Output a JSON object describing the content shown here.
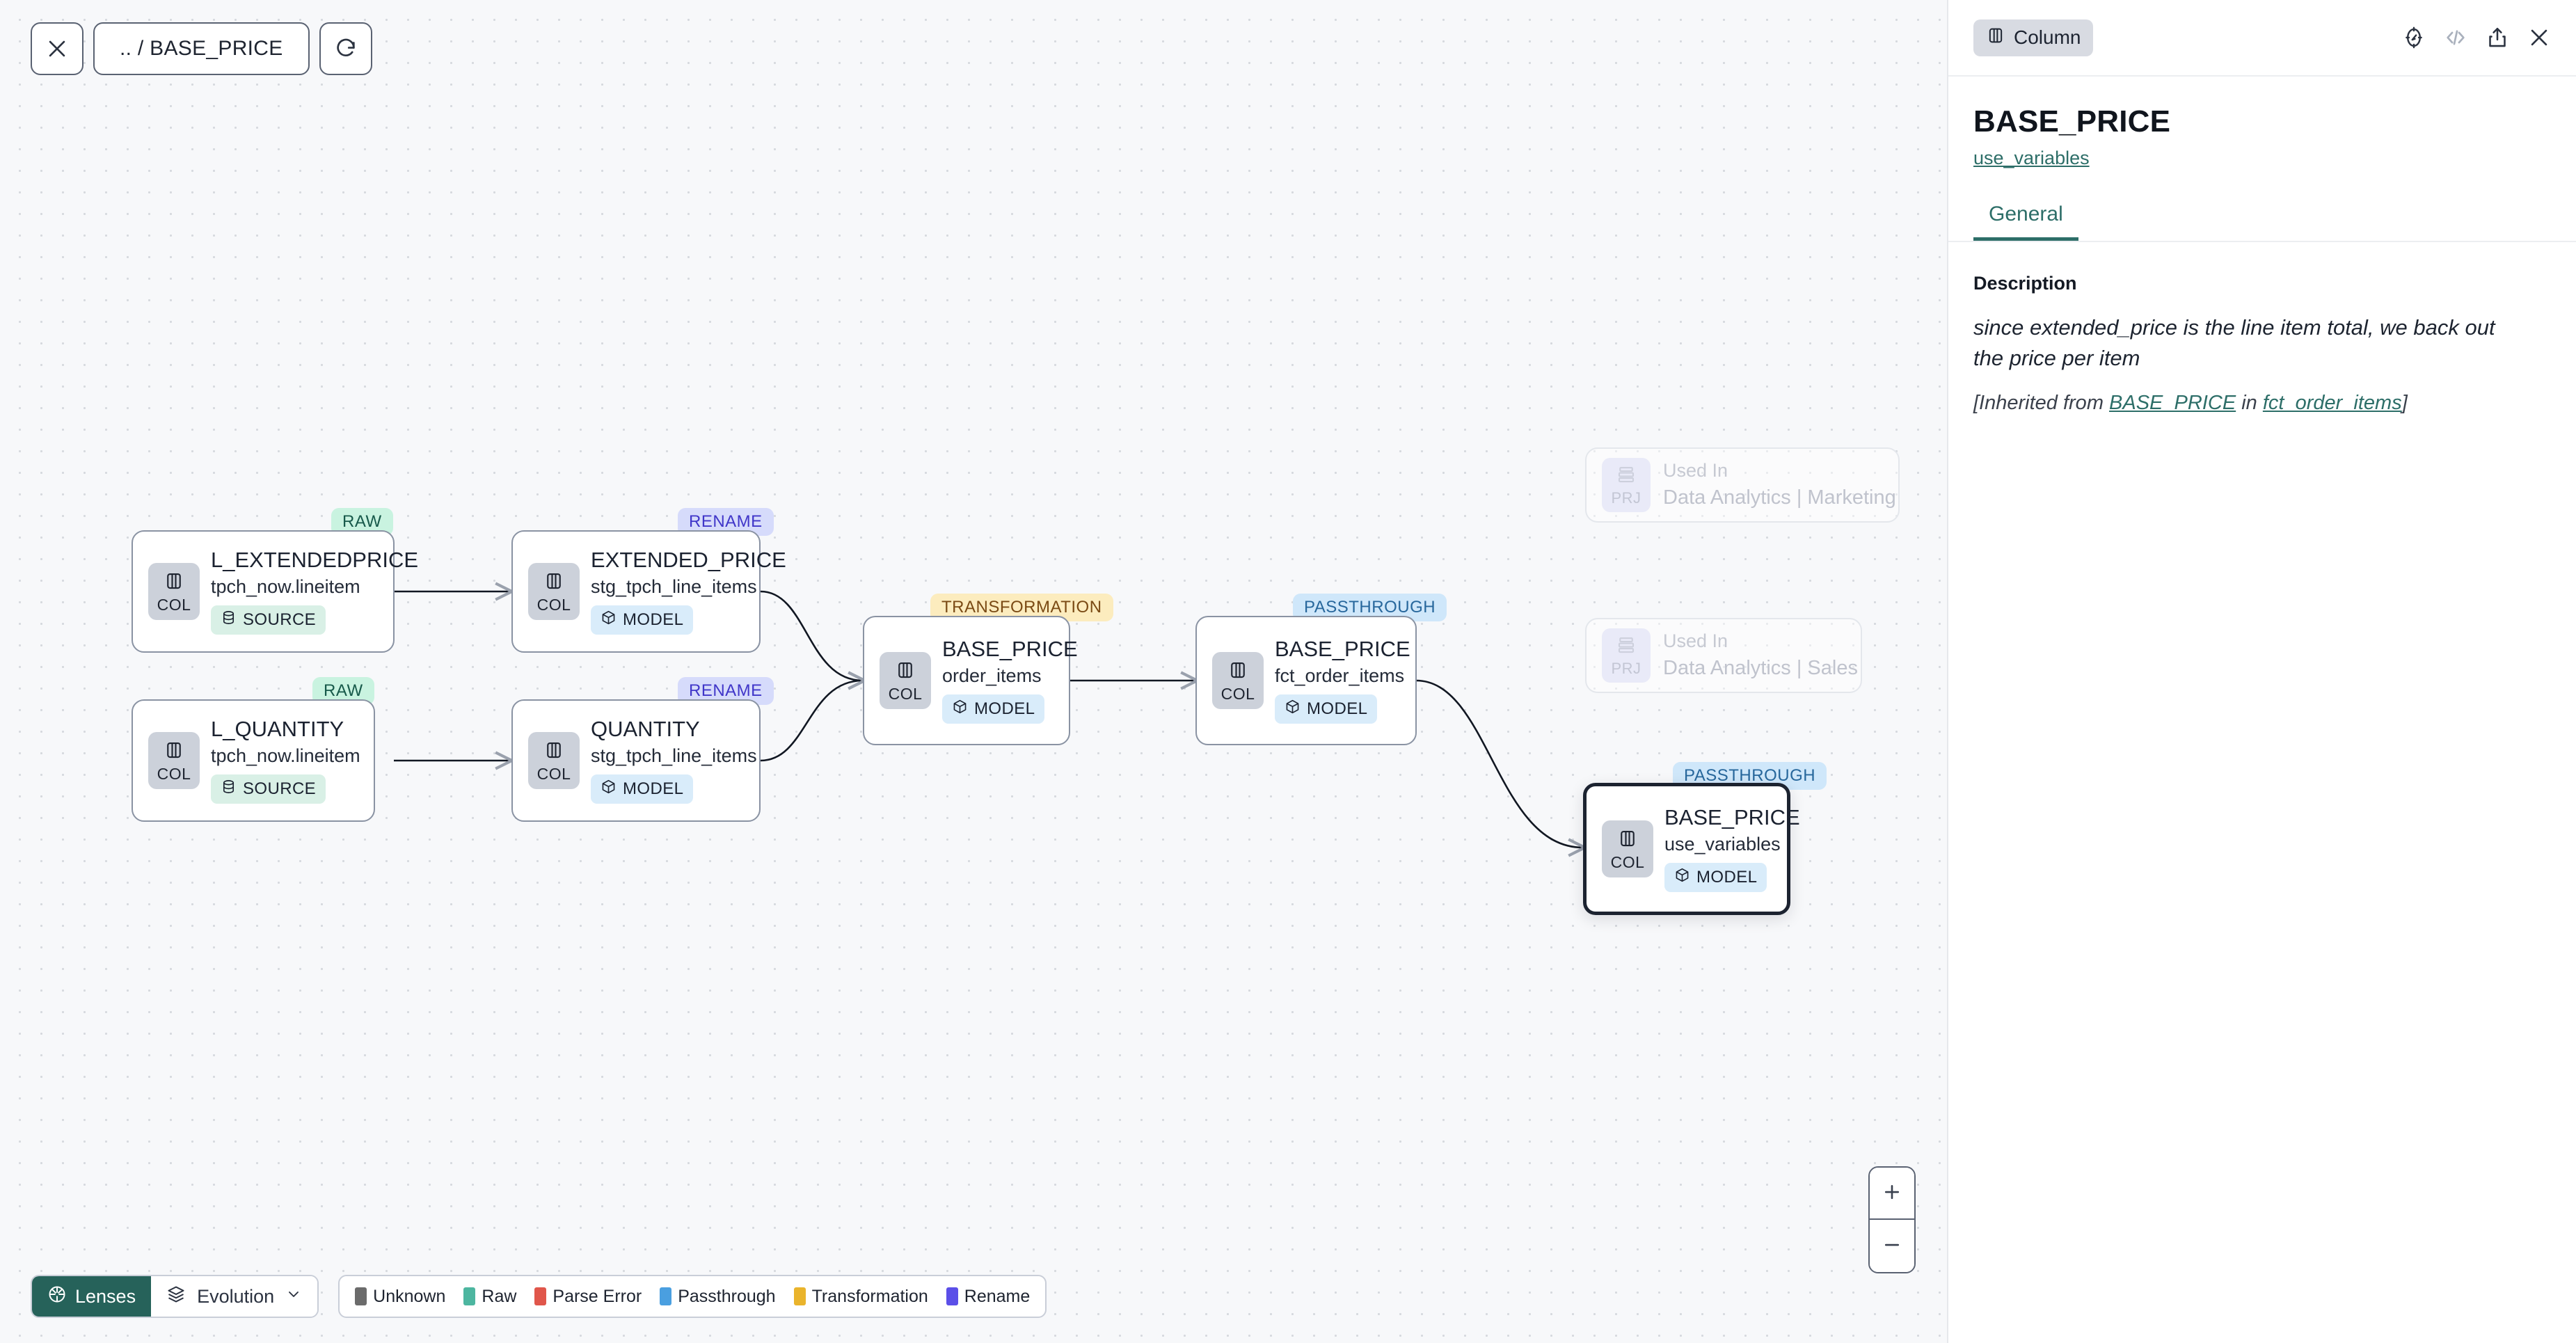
{
  "topbar": {
    "close_icon": "close-icon",
    "breadcrumb": ".. / BASE_PRICE",
    "refresh_icon": "refresh-icon"
  },
  "graph": {
    "nodes": [
      {
        "id": "l_extendedprice",
        "badge": "RAW",
        "badge_kind": "raw",
        "tag": "COL",
        "title": "L_EXTENDEDPRICE",
        "subtitle": "tpch_now.lineitem",
        "chip": "SOURCE",
        "chip_kind": "source",
        "selected": false
      },
      {
        "id": "l_quantity",
        "badge": "RAW",
        "badge_kind": "raw",
        "tag": "COL",
        "title": "L_QUANTITY",
        "subtitle": "tpch_now.lineitem",
        "chip": "SOURCE",
        "chip_kind": "source",
        "selected": false
      },
      {
        "id": "extended_price",
        "badge": "RENAME",
        "badge_kind": "rename",
        "tag": "COL",
        "title": "EXTENDED_PRICE",
        "subtitle": "stg_tpch_line_items",
        "chip": "MODEL",
        "chip_kind": "model",
        "selected": false
      },
      {
        "id": "quantity",
        "badge": "RENAME",
        "badge_kind": "rename",
        "tag": "COL",
        "title": "QUANTITY",
        "subtitle": "stg_tpch_line_items",
        "chip": "MODEL",
        "chip_kind": "model",
        "selected": false
      },
      {
        "id": "base_price_oi",
        "badge": "TRANSFORMATION",
        "badge_kind": "transformation",
        "tag": "COL",
        "title": "BASE_PRICE",
        "subtitle": "order_items",
        "chip": "MODEL",
        "chip_kind": "model",
        "selected": false
      },
      {
        "id": "base_price_fct",
        "badge": "PASSTHROUGH",
        "badge_kind": "passthrough",
        "tag": "COL",
        "title": "BASE_PRICE",
        "subtitle": "fct_order_items",
        "chip": "MODEL",
        "chip_kind": "model",
        "selected": false
      },
      {
        "id": "base_price_uv",
        "badge": "PASSTHROUGH",
        "badge_kind": "passthrough",
        "tag": "COL",
        "title": "BASE_PRICE",
        "subtitle": "use_variables",
        "chip": "MODEL",
        "chip_kind": "model",
        "selected": true
      }
    ],
    "ghosts": [
      {
        "id": "ghost_marketing",
        "tag": "PRJ",
        "top": "Used In",
        "main": "Data Analytics | Marketing"
      },
      {
        "id": "ghost_sales",
        "tag": "PRJ",
        "top": "Used In",
        "main": "Data Analytics | Sales"
      }
    ]
  },
  "bottombar": {
    "lenses_label": "Lenses",
    "lenses_icon": "aperture-icon",
    "evolution_label": "Evolution",
    "evolution_icon": "layers-icon",
    "chevron_icon": "chevron-down-icon",
    "legend": [
      {
        "label": "Unknown",
        "color": "#6b6b6b"
      },
      {
        "label": "Raw",
        "color": "#4db6a0"
      },
      {
        "label": "Parse Error",
        "color": "#e0564b"
      },
      {
        "label": "Passthrough",
        "color": "#4a9fe0"
      },
      {
        "label": "Transformation",
        "color": "#eab42c"
      },
      {
        "label": "Rename",
        "color": "#5b4fe8"
      }
    ]
  },
  "zoomctl": {
    "zoom_in": "+",
    "zoom_out": "−"
  },
  "panel": {
    "kind_label": "Column",
    "kind_icon": "column-icon",
    "icons": [
      "compass-icon",
      "code-icon",
      "share-icon",
      "close-icon"
    ],
    "title": "BASE_PRICE",
    "subtitle_link": "use_variables",
    "tabs": [
      {
        "label": "General",
        "active": true
      }
    ],
    "description_heading": "Description",
    "description_text": "since extended_price is the line item total, we back out the price per item",
    "inherited_prefix": "[Inherited from ",
    "inherited_column": "BASE_PRICE",
    "inherited_mid": " in ",
    "inherited_model": "fct_order_items",
    "inherited_suffix": "]"
  },
  "colors": {
    "accent_teal": "#2d6e68",
    "lenses_bg": "#26625a",
    "canvas_bg": "#f7f8fa"
  }
}
